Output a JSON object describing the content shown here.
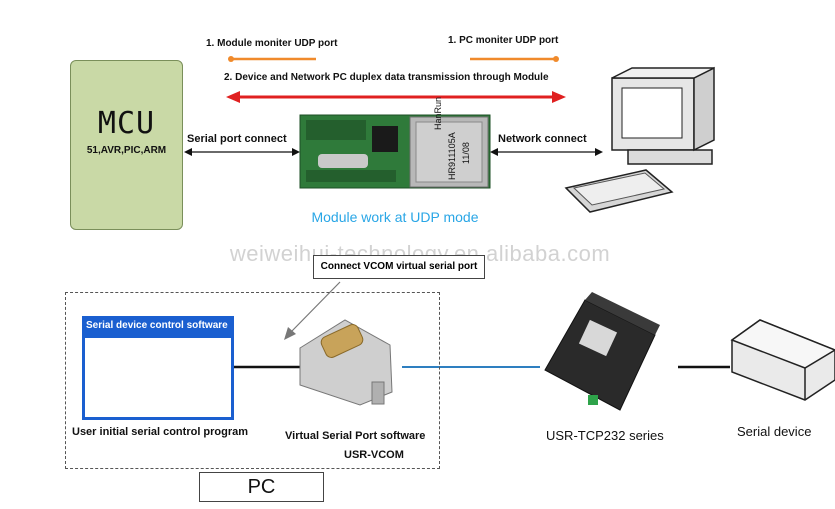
{
  "mcu": {
    "title": "MCU",
    "subtitle": "51,AVR,PIC,ARM"
  },
  "top": {
    "module_monitor": "1. Module moniter UDP port",
    "pc_monitor": "1. PC moniter UDP port",
    "duplex": "2. Device and Network PC duplex data transmission through Module",
    "serial_connect": "Serial port connect",
    "network_connect": "Network connect",
    "udp_caption": "Module work at UDP mode",
    "module_chip_brand": "HanRun",
    "module_chip_model": "HR911105A",
    "module_chip_date": "11/08"
  },
  "watermark": "weiweihui-technology.en.alibaba.com",
  "vcom_callout": "Connect VCOM virtual serial port",
  "pc": {
    "window_title": "Serial device control software",
    "program_label": "User initial serial control program",
    "vsp_label": "Virtual Serial Port software",
    "vcom_name": "USR-VCOM",
    "pc_label": "PC"
  },
  "right": {
    "tcp_series": "USR-TCP232 series",
    "serial_device": "Serial device"
  },
  "colors": {
    "orange": "#f08a2b",
    "red": "#e02020",
    "blue_line": "#2e7fc0",
    "caption_blue": "#29a6e6"
  }
}
